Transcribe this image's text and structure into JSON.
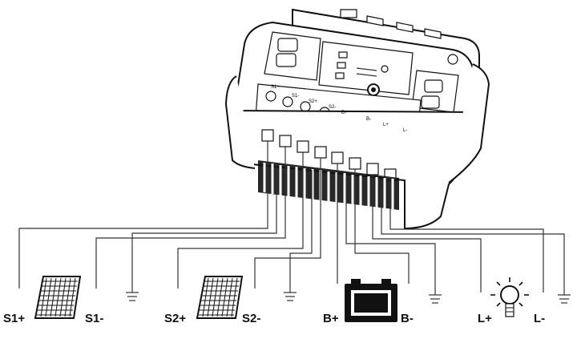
{
  "diagram": {
    "terminals": [
      {
        "id": "s1p",
        "label": "S1+",
        "connects": "solar-panel-1"
      },
      {
        "id": "s1m",
        "label": "S1-",
        "connects": "solar-panel-1"
      },
      {
        "id": "s2p",
        "label": "S2+",
        "connects": "solar-panel-2"
      },
      {
        "id": "s2m",
        "label": "S2-",
        "connects": "solar-panel-2"
      },
      {
        "id": "bp",
        "label": "B+",
        "connects": "battery"
      },
      {
        "id": "bm",
        "label": "B-",
        "connects": "battery"
      },
      {
        "id": "lp",
        "label": "L+",
        "connects": "lamp"
      },
      {
        "id": "lm",
        "label": "L-",
        "connects": "lamp"
      }
    ],
    "panel_labels": [
      "S1+",
      "S1-",
      "S2+",
      "S2-",
      "B+",
      "B-",
      "L+",
      "L-"
    ],
    "icons": [
      "solar-panel-icon",
      "solar-panel-icon",
      "battery-icon",
      "light-bulb-icon",
      "ground-icon"
    ]
  }
}
